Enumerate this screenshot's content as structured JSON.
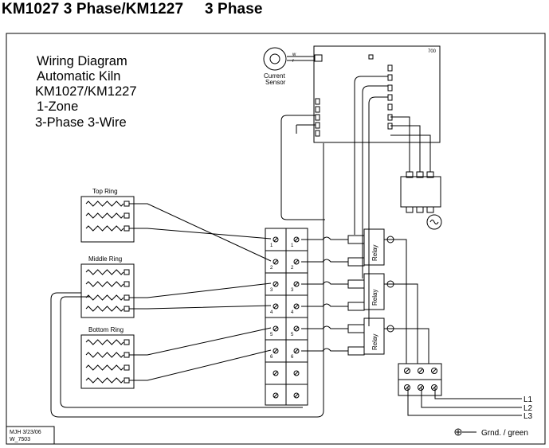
{
  "title": "KM1027 3 Phase/KM1227     3 Phase",
  "info_block": [
    "Wiring Diagram",
    "Automatic Kiln",
    "KM1027/KM1227",
    "1-Zone",
    "3-Phase 3-Wire"
  ],
  "sensor_label_1": "Current",
  "sensor_label_2": "Sensor",
  "board_label": "700",
  "board_pin_w": "w",
  "board_pin_r": "r",
  "rings": [
    "Top Ring",
    "Middle Ring",
    "Bottom Ring"
  ],
  "terminal_numbers": [
    "1",
    "2",
    "3",
    "4",
    "5",
    "6"
  ],
  "relay_label": "Relay",
  "lines": [
    "L1",
    "L2",
    "L3"
  ],
  "ground_label": "Grnd. / green",
  "stamp": [
    "MJH  3/23/06",
    "W_7503"
  ],
  "colors": {
    "ink": "#000000",
    "background": "#ffffff"
  }
}
